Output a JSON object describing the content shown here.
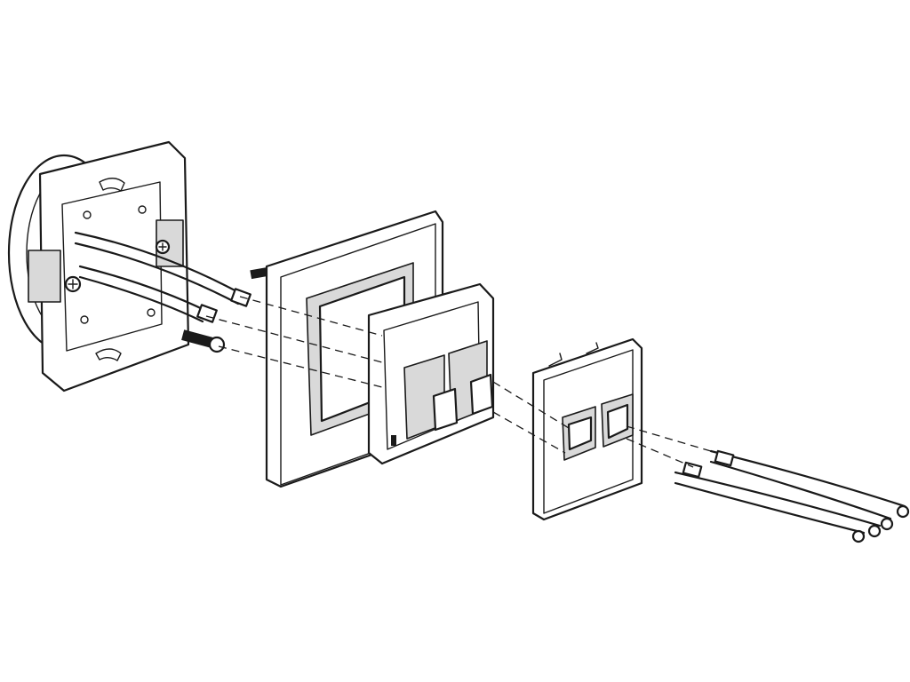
{
  "colors": {
    "ink": "#1a1a1a",
    "background": "#ffffff",
    "shade": "#d9d9d9"
  },
  "diagram": {
    "view": "exploded-assembly",
    "components": [
      {
        "name": "mounting-box",
        "icon": "wall-box-with-metal-frame-icon"
      },
      {
        "name": "fixing-screws",
        "icon": "screw-icon"
      },
      {
        "name": "cover-frame",
        "icon": "square-frame-icon"
      },
      {
        "name": "double-data-socket-mechanism",
        "icon": "keystone-jack-icon"
      },
      {
        "name": "front-plate-with-two-ports",
        "icon": "face-plate-icon"
      },
      {
        "name": "data-cables",
        "icon": "cable-icon"
      }
    ]
  }
}
